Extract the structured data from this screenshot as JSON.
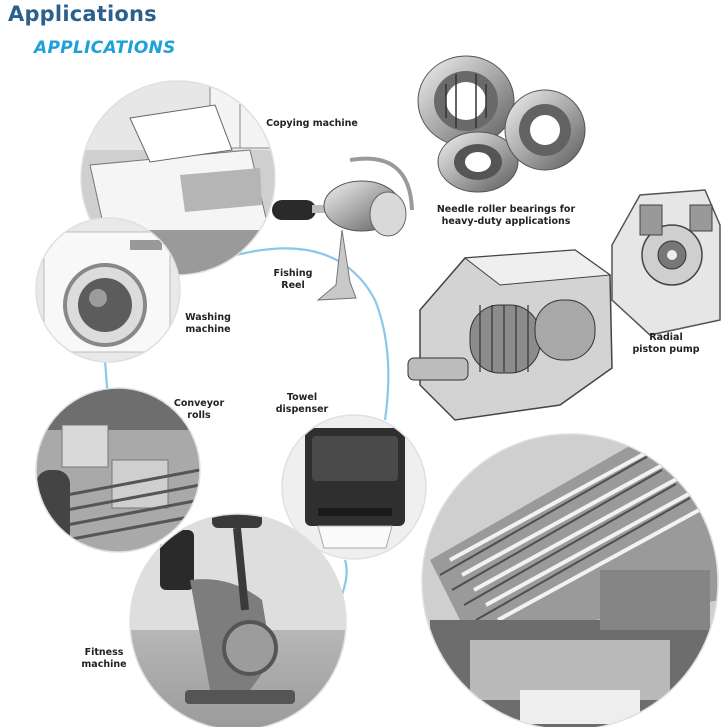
{
  "header": {
    "title": "Applications",
    "subtitle": "APPLICATIONS"
  },
  "labels": {
    "copying_machine": "Copying machine",
    "fishing_reel_1": "Fishing",
    "fishing_reel_2": "Reel",
    "washing_machine_1": "Washing",
    "washing_machine_2": "machine",
    "conveyor_rolls_1": "Conveyor",
    "conveyor_rolls_2": "rolls",
    "towel_dispenser_1": "Towel",
    "towel_dispenser_2": "dispenser",
    "fitness_machine_1": "Fitness",
    "fitness_machine_2": "machine",
    "needle_bearings_1": "Needle roller bearings for",
    "needle_bearings_2": "heavy-duty applications",
    "radial_piston_pump_1": "Radial",
    "radial_piston_pump_2": "piston pump"
  },
  "colors": {
    "title": "#2b5f8c",
    "subtitle": "#1ea0d8",
    "connector": "#8ac7ea"
  }
}
